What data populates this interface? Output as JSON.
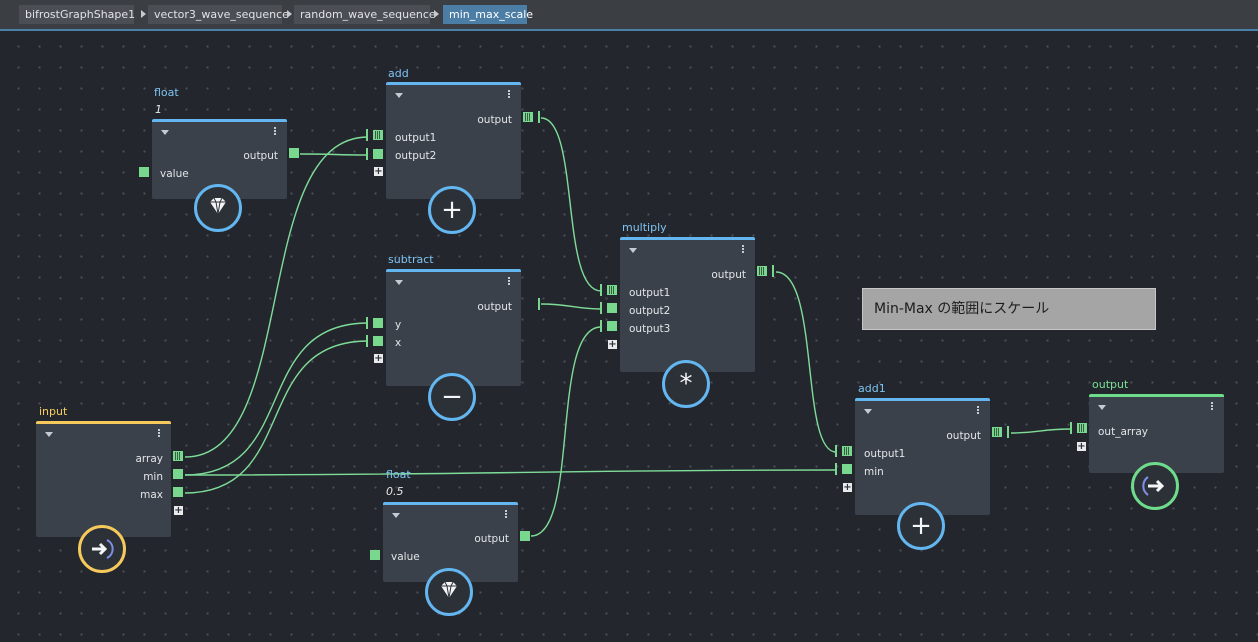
{
  "breadcrumbs": [
    "bifrostGraphShape1",
    "vector3_wave_sequence",
    "random_wave_sequence",
    "min_max_scale"
  ],
  "comment": "Min-Max の範囲にスケール",
  "nodes": {
    "float1": {
      "title": "float",
      "value": "1",
      "ports": {
        "output": "output",
        "value": "value"
      },
      "icon": "diamond-icon"
    },
    "add": {
      "title": "add",
      "ports": {
        "output": "output",
        "in1": "output1",
        "in2": "output2"
      },
      "icon": "plus-icon",
      "glyph": "+"
    },
    "subtract": {
      "title": "subtract",
      "ports": {
        "output": "output",
        "in1": "y",
        "in2": "x"
      },
      "icon": "minus-icon",
      "glyph": "−"
    },
    "multiply": {
      "title": "multiply",
      "ports": {
        "output": "output",
        "in1": "output1",
        "in2": "output2",
        "in3": "output3"
      },
      "icon": "asterisk-icon",
      "glyph": "*"
    },
    "input": {
      "title": "input",
      "ports": {
        "array": "array",
        "min": "min",
        "max": "max"
      },
      "icon": "arrow-in-icon"
    },
    "float2": {
      "title": "float",
      "value": "0.5",
      "ports": {
        "output": "output",
        "value": "value"
      },
      "icon": "diamond-icon"
    },
    "add1": {
      "title": "add1",
      "ports": {
        "output": "output",
        "in1": "output1",
        "in2": "min"
      },
      "icon": "plus-icon",
      "glyph": "+"
    },
    "output": {
      "title": "output",
      "ports": {
        "in1": "out_array"
      },
      "icon": "arrow-out-icon"
    }
  },
  "colors": {
    "wire": "#7fdc98",
    "accent_blue": "#63b6f0",
    "accent_yellow": "#f5c95c",
    "accent_green": "#6fdc8c",
    "port": "#78d98e"
  }
}
